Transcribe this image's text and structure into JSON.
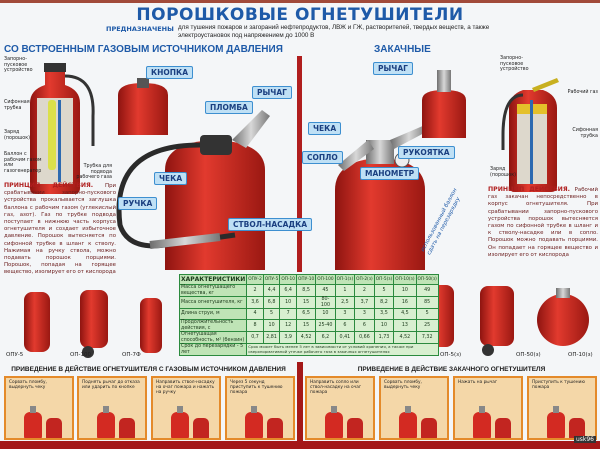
{
  "title": "ПОРОШКОВЫЕ ОГНЕТУШИТЕЛИ",
  "purpose": {
    "label": "ПРЕДНАЗНАЧЕНЫ",
    "text": "для тушения пожаров и загораний нефтепродуктов, ЛВЖ и ГЖ, растворителей, твердых веществ, а также электроустановок под напряжением до 1000 В"
  },
  "left_section": {
    "heading": "СО ВСТРОЕННЫМ ГАЗОВЫМ ИСТОЧНИКОМ ДАВЛЕНИЯ",
    "labels": {
      "valve": "Запорно-пусковое устройство",
      "siphon": "Сифонная трубка",
      "charge": "Заряд (порошок)",
      "cylinder": "Баллон с рабочим газом или газогенератор",
      "gas_tube": "Трубка для подвода рабочего газа"
    },
    "callouts": {
      "button": "КНОПКА",
      "seal": "ПЛОМБА",
      "lever": "РЫЧАГ",
      "pin": "ЧЕКА",
      "handle": "РУЧКА",
      "nozzle": "СТВОЛ-НАСАДКА"
    },
    "principle_title": "ПРИНЦИП ДЕЙСТВИЯ.",
    "principle_text": "При срабатывании запорно-пускового устройства прокалывается заглушка баллона с рабочим газом (углекислый газ, азот). Газ по трубке подвода поступает в нижнюю часть корпуса огнетушителя и создает избыточное давление. Порошок вытесняется по сифонной трубке в шланг к стволу. Нажимая на ручку ствола, можно подавать порошок порциями. Порошок, попадая на горящее вещество, изолирует его от кислорода",
    "models": [
      "ОПУ-5",
      "ОП-100",
      "ОП-7Ф"
    ]
  },
  "right_section": {
    "heading": "ЗАКАЧНЫЕ",
    "labels": {
      "valve": "Запорно-пусковое устройство",
      "work_gas": "Рабочий газ",
      "siphon": "Сифонная трубка",
      "charge": "Заряд (порошок)"
    },
    "callouts": {
      "lever": "РЫЧАГ",
      "pin": "ЧЕКА",
      "nozzle": "СОПЛО",
      "handle": "РУКОЯТКА",
      "gauge": "МАНОМЕТР"
    },
    "vertical_note": "использованный баллон сдать на перезарядку",
    "principle_title": "ПРИНЦИП ДЕЙСТВИЯ.",
    "principle_text": "Рабочий газ закачан непосредственно в корпус огнетушителя. При срабатывании запорно-пускового устройства порошок вытесняется газом по сифонной трубке в шланг и к стволу-насадке или в сопло. Порошок можно подавать порциями. Он попадает на горящее вещество и изолирует его от кислорода",
    "models": [
      "ОП-5(з)",
      "ОП-50(з)",
      "ОП-10(з)"
    ]
  },
  "table": {
    "header": "ХАРАКТЕРИСТИКИ",
    "columns": [
      "ОПУ-2",
      "ОПУ-5",
      "ОП-10",
      "ОПУ-10",
      "ОП-100",
      "ОП-1(з)",
      "ОП-2(з)",
      "ОП-5(з)",
      "ОП-10(з)",
      "ОП-50(з)"
    ],
    "rows": [
      {
        "label": "Масса огнетушащего вещества, кг",
        "values": [
          "2",
          "4,4",
          "6,4",
          "8,5",
          "45",
          "1",
          "2",
          "5",
          "10",
          "49"
        ]
      },
      {
        "label": "Масса огнетушителя, кг",
        "values": [
          "3,6",
          "6,8",
          "10",
          "15",
          "80-100",
          "2,5",
          "3,7",
          "8,2",
          "16",
          "85"
        ]
      },
      {
        "label": "Длина струи, м",
        "values": [
          "4",
          "5",
          "7",
          "6,5",
          "10",
          "3",
          "3",
          "3,5",
          "4,5",
          "5"
        ]
      },
      {
        "label": "Продолжительность действия, с",
        "values": [
          "8",
          "10",
          "12",
          "15",
          "25-40",
          "6",
          "6",
          "10",
          "13",
          "25"
        ]
      },
      {
        "label": "Огнетушащая способность, м² (бензин)",
        "values": [
          "0,7",
          "2,81",
          "3,9",
          "4,52",
          "6,2",
          "0,41",
          "0,66",
          "1,73",
          "4,52",
          "7,32"
        ]
      }
    ],
    "last_row_label": "Срок до перезарядки - 5 лет",
    "last_row_note": "Срок может быть менее 5 лет в зависимости от условий хранения, а также при сверхнормативной утечке рабочего газа в закачных огнетушителях"
  },
  "steps_left": {
    "heading": "ПРИВЕДЕНИЕ В ДЕЙСТВИЕ ОГНЕТУШИТЕЛЯ С ГАЗОВЫМ ИСТОЧНИКОМ ДАВЛЕНИЯ",
    "steps": [
      "Сорвать пломбу, выдернуть чеку",
      "Поднять рычаг до отказа или ударить по кнопке",
      "Направить ствол-насадку на очаг пожара и нажать на ручку",
      "Через 5 секунд приступить к тушению пожара"
    ]
  },
  "steps_right": {
    "heading": "ПРИВЕДЕНИЕ В ДЕЙСТВИЕ ЗАКАЧНОГО ОГНЕТУШИТЕЛЯ",
    "steps": [
      "Направить сопло или ствол-насадку на очаг пожара",
      "Сорвать пломбу, выдернуть чеку",
      "Нажать на рычаг",
      "Приступить к тушению пожара"
    ]
  },
  "watermark": "usk96",
  "colors": {
    "title_blue": "#1e5aa8",
    "extinguisher_red": "#d32a22",
    "table_green": "#2b8a3e",
    "panel_beige": "#f4d7a8",
    "border_red": "#a41818"
  }
}
